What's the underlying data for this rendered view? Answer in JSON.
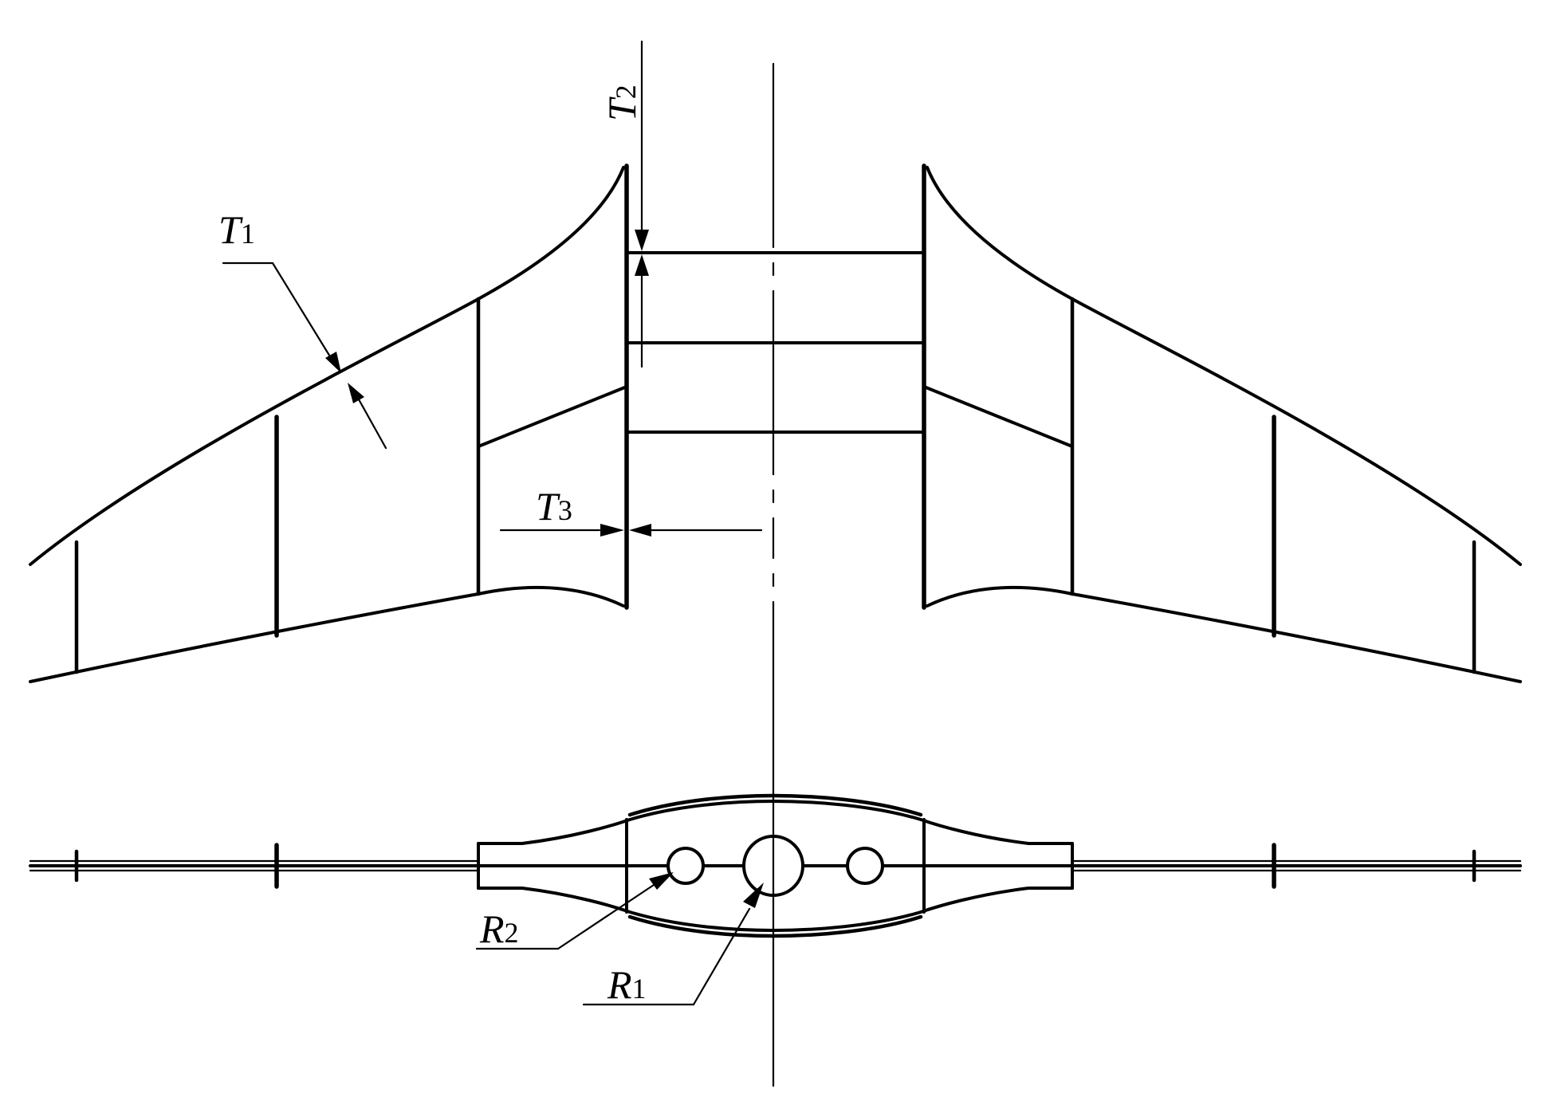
{
  "labels": {
    "t1": {
      "main": "T",
      "sub": "1"
    },
    "t2": {
      "main": "T",
      "sub": "2"
    },
    "t3": {
      "main": "T",
      "sub": "3"
    },
    "r1": {
      "main": "R",
      "sub": "1"
    },
    "r2": {
      "main": "R",
      "sub": "2"
    }
  }
}
